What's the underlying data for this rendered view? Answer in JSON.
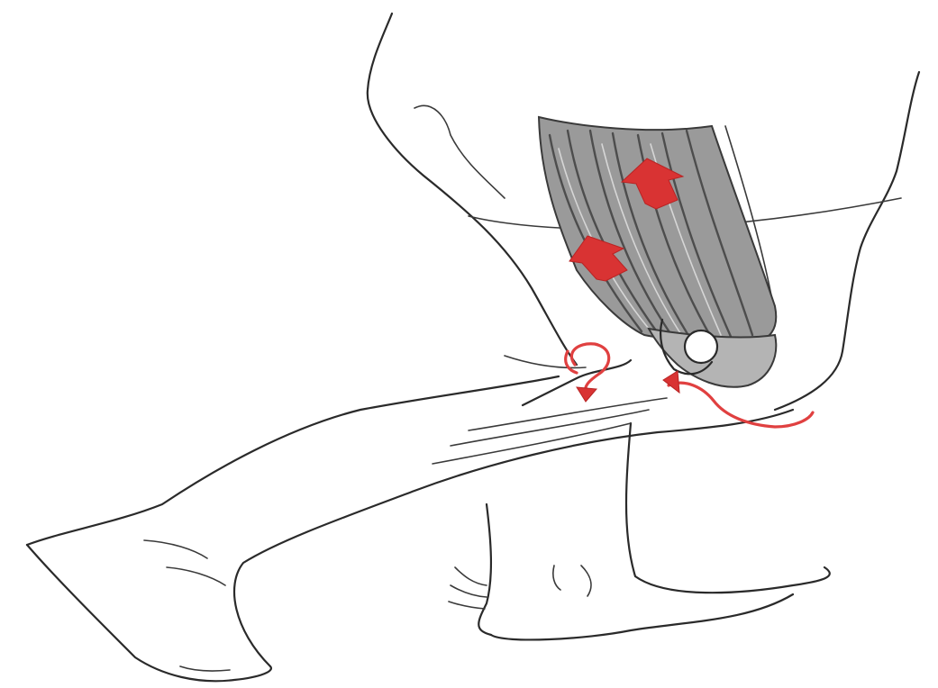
{
  "figure": {
    "subject": "knee-extension-anatomy-sketch",
    "colors": {
      "line": "#2a2a2a",
      "muscle": "#9a9a9a",
      "arrow": "#d93333"
    },
    "icons": [
      "upward-force-arrow",
      "rotation-arrow"
    ]
  }
}
